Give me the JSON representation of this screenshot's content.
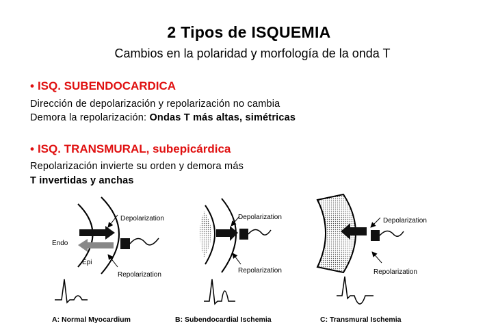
{
  "title": "2 Tipos de ISQUEMIA",
  "subtitle": "Cambios en la polaridad y morfología de la onda T",
  "sections": [
    {
      "bullet": "•",
      "heading": "ISQ. SUBENDOCARDICA",
      "lines": [
        {
          "text": "Dirección de depolarización y repolarización no cambia",
          "bold": ""
        },
        {
          "text": "Demora la repolarización: ",
          "bold": "Ondas T más altas, simétricas"
        }
      ]
    },
    {
      "bullet": "•",
      "heading": "ISQ. TRANSMURAL, subepicárdica",
      "lines": [
        {
          "text": "Repolarización invierte su orden y demora más",
          "bold": ""
        },
        {
          "text": "",
          "bold": "T invertidas y anchas"
        }
      ]
    }
  ],
  "figure": {
    "panels": [
      {
        "caption": "A: Normal Myocardium",
        "depol": "Depolarization",
        "repol": "Repolarization",
        "endo": "Endo",
        "epi": "Epi"
      },
      {
        "caption": "B: Subendocardial Ischemia",
        "depol": "Depolarization",
        "repol": "Repolarization"
      },
      {
        "caption": "C: Transmural Ischemia",
        "depol": "Depolarization",
        "repol": "Repolarization"
      }
    ]
  },
  "colors": {
    "heading": "#e01010",
    "text": "#000000"
  }
}
